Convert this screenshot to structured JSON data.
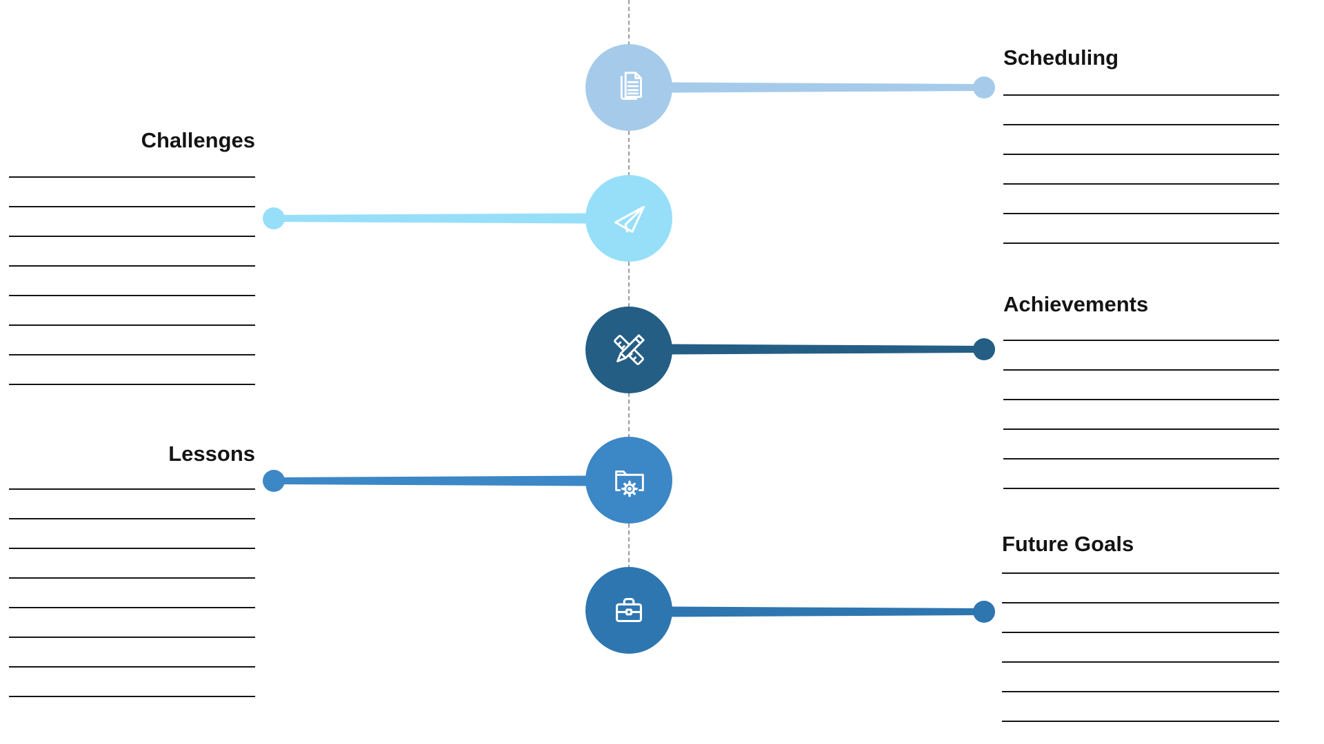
{
  "palette": {
    "scheduling": "#A6CBEA",
    "challenges": "#97DFF9",
    "achievements": "#245E85",
    "lessons": "#3C87C6",
    "future_goals": "#2E76B0",
    "axis_gray": "#9B9B9B",
    "rule_black": "#141414",
    "icon_white": "#FFFFFF"
  },
  "sections": [
    {
      "label": "Scheduling",
      "side": "right",
      "lines": 6,
      "icon": "pages-icon",
      "color": "#A6CBEA"
    },
    {
      "label": "Challenges",
      "side": "left",
      "lines": 8,
      "icon": "paper-plane-icon",
      "color": "#97DFF9"
    },
    {
      "label": "Achievements",
      "side": "right",
      "lines": 6,
      "icon": "pencil-ruler-icon",
      "color": "#245E85"
    },
    {
      "label": "Lessons",
      "side": "left",
      "lines": 8,
      "icon": "folder-gear-icon",
      "color": "#3C87C6"
    },
    {
      "label": "Future Goals",
      "side": "right",
      "lines": 6,
      "icon": "briefcase-icon",
      "color": "#2E76B0"
    }
  ]
}
